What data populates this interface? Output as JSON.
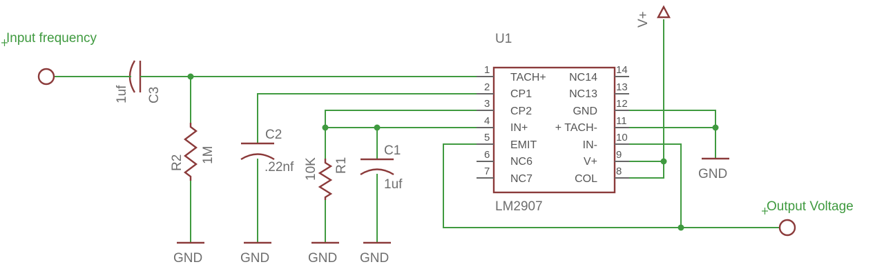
{
  "nets": {
    "input_label": "Input frequency",
    "output_label": "Output Voltage",
    "supply_label": "V+",
    "ground_label": "GND"
  },
  "components": {
    "c3": {
      "ref": "C3",
      "value": "1uf"
    },
    "r2": {
      "ref": "R2",
      "value": "1M"
    },
    "c2": {
      "ref": "C2",
      "value": ".22nf"
    },
    "r1": {
      "ref": "R1",
      "value": "10K"
    },
    "c1": {
      "ref": "C1",
      "value": "1uf"
    }
  },
  "ic": {
    "ref": "U1",
    "part": "LM2907",
    "left_pins": [
      {
        "num": "1",
        "name": "TACH+"
      },
      {
        "num": "2",
        "name": "CP1"
      },
      {
        "num": "3",
        "name": "CP2"
      },
      {
        "num": "4",
        "name": "IN+"
      },
      {
        "num": "5",
        "name": "EMIT"
      },
      {
        "num": "6",
        "name": "NC6"
      },
      {
        "num": "7",
        "name": "NC7"
      }
    ],
    "right_pins": [
      {
        "num": "14",
        "name": "NC14"
      },
      {
        "num": "13",
        "name": "NC13"
      },
      {
        "num": "12",
        "name": "GND"
      },
      {
        "num": "11",
        "name": "+ TACH-"
      },
      {
        "num": "10",
        "name": "IN-"
      },
      {
        "num": "9",
        "name": "V+"
      },
      {
        "num": "8",
        "name": "COL"
      }
    ]
  },
  "colors": {
    "wire": "#3f9a3f",
    "symbol": "#8b3a3a",
    "label": "#6e6e6e"
  }
}
